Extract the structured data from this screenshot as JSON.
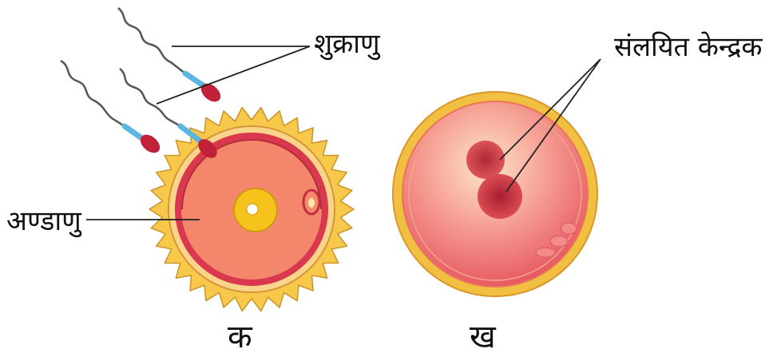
{
  "figure": {
    "panels": [
      {
        "caption": "क"
      },
      {
        "caption": "ख"
      }
    ],
    "labels": {
      "sperm": "शुक्राणु",
      "ovum": "अण्डाणु",
      "fused_nuclei": "संलयित केन्द्रक"
    },
    "colors": {
      "corona": "#f7c84a",
      "corona_outline": "#c9952a",
      "ovum_rim": "#d9384e",
      "ovum_fill": "#f4876b",
      "nucleus": "#f6c21c",
      "sperm_head": "#c2213a",
      "sperm_midpiece": "#5bb6e0",
      "zygote_outer": "#f2c040",
      "zygote_inner": "#f48a87",
      "fused_nucleus": "#c5283a"
    }
  }
}
